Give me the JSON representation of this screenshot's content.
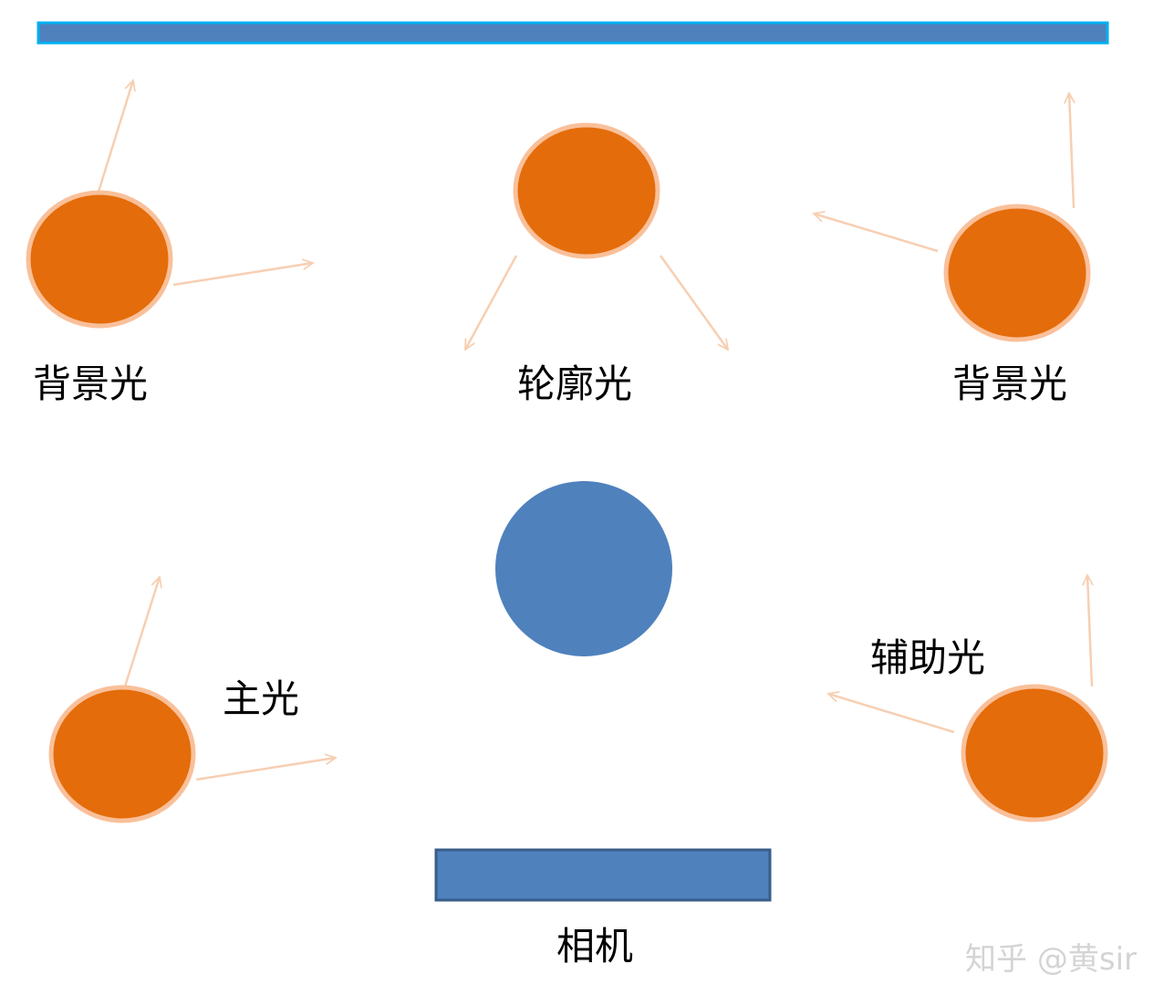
{
  "colors": {
    "light_fill": "#e46c0a",
    "light_stroke": "#f9c09a",
    "arrow": "#f7cfb2",
    "subject": "#4f81bd",
    "backdrop_fill": "#4f81bd",
    "backdrop_stroke": "#00b0f0",
    "camera_fill": "#4f81bd",
    "camera_stroke": "#385d8a",
    "text": "#000000",
    "watermark": "#d4d4d4"
  },
  "labels": {
    "background_left": "背景光",
    "rim": "轮廓光",
    "background_right": "背景光",
    "key": "主光",
    "fill": "辅助光",
    "camera": "相机"
  },
  "watermark": "知乎 @黄sir"
}
